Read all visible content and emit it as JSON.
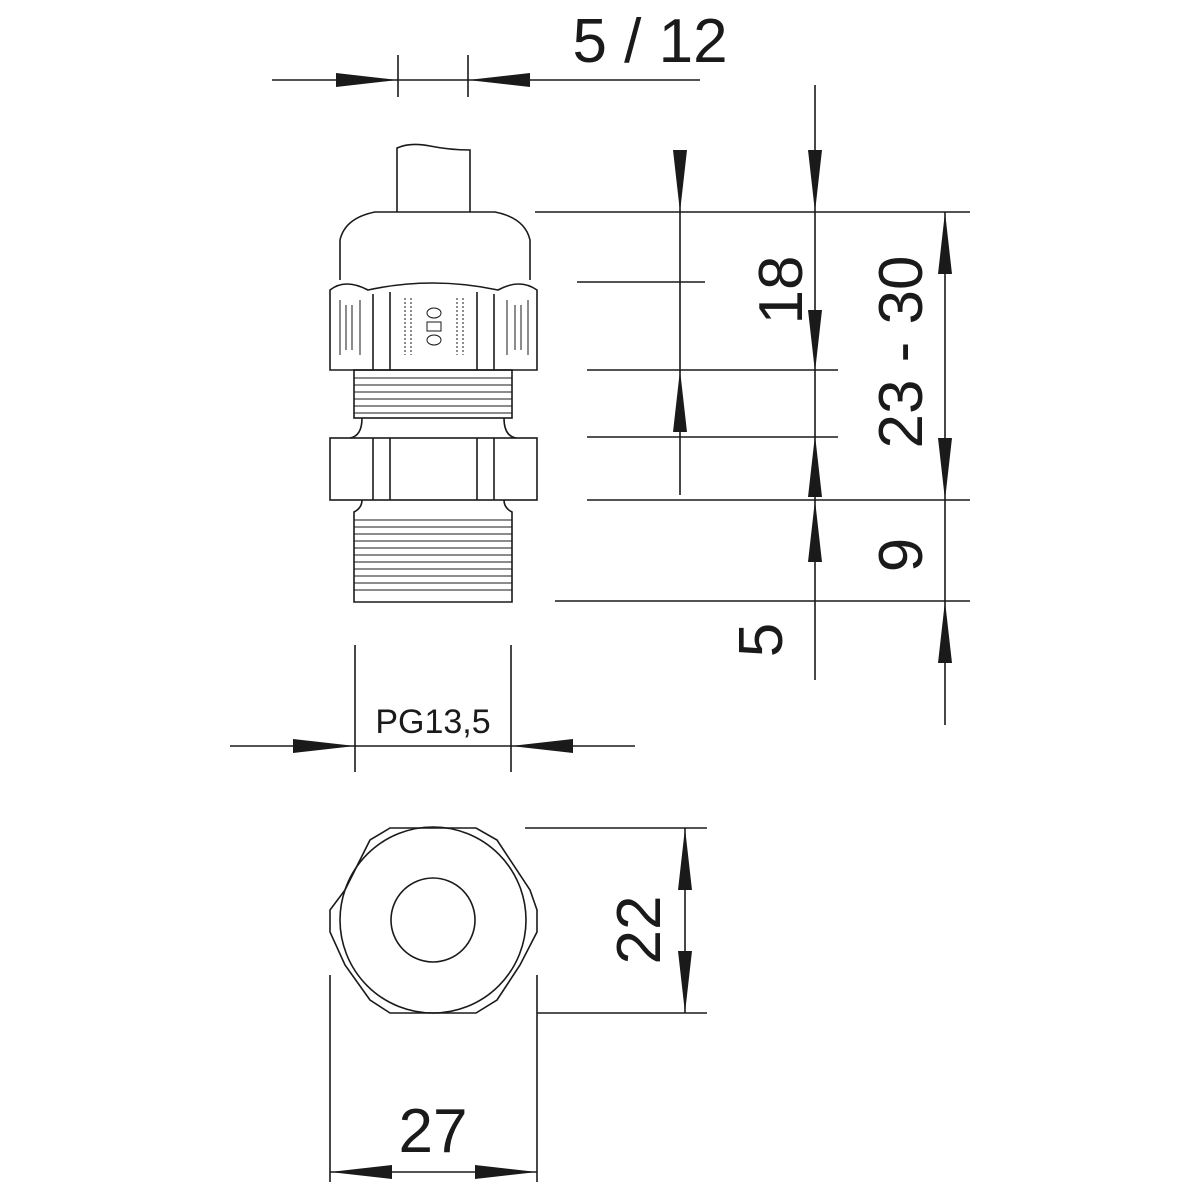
{
  "drawing": {
    "title": "Cable gland PG13,5 dimension drawing",
    "dimensions": {
      "cable_range": "5 / 12",
      "thread_size": "PG13,5",
      "height_cap": "18",
      "total_height": "23 - 30",
      "thread_length": "9",
      "clamp": "5",
      "width_across_flats": "22",
      "width_across_corners": "27"
    },
    "line_color": "#1a1a1a"
  }
}
